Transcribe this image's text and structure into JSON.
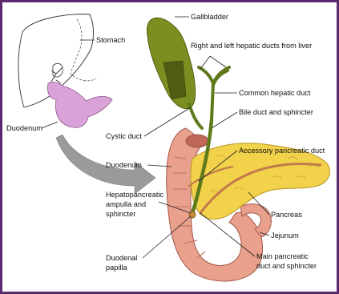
{
  "colors": {
    "frame": "#5b2a6e",
    "gallbladder": "#7a8f1f",
    "ducts": "#5f7a1a",
    "duodenum": "#e9a08c",
    "pancreas": "#f2d24a",
    "pancreatic_duct": "#c27a4a",
    "arrow": "#9a9a9a",
    "inset_duodenum": "#d9a2d8"
  },
  "labels": {
    "stomach": "Stomach",
    "duodenum_inset": "Duodenum",
    "gallbladder": "Gallbladder",
    "hepatic_ducts": "Right and left hepatic ducts from liver",
    "common_hepatic": "Common hepatic duct",
    "bile_duct": "Bile duct and sphincter",
    "cystic_duct": "Cystic duct",
    "accessory_duct": "Accessory pancreatic duct",
    "duodenum": "Duodenum",
    "hepatopancreatic_1": "Hepatopancreatic",
    "hepatopancreatic_2": "ampulla and",
    "hepatopancreatic_3": "sphincter",
    "pancreas": "Pancreas",
    "jejunum": "Jejunum",
    "duodenal_papilla_1": "Duodenal",
    "duodenal_papilla_2": "papilla",
    "main_duct_1": "Main pancreatic",
    "main_duct_2": "duct and sphincter"
  }
}
